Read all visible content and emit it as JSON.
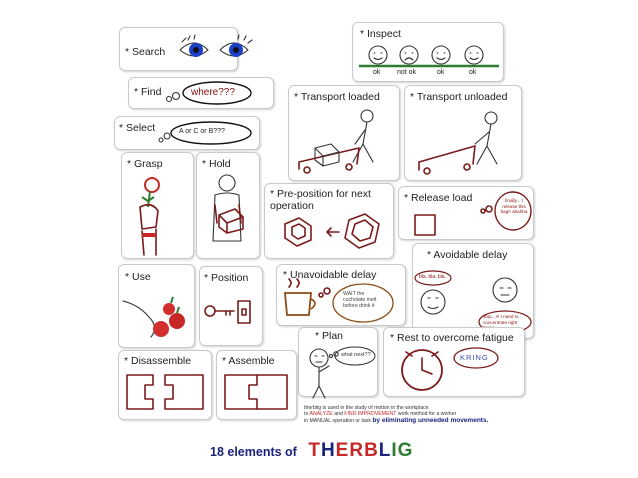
{
  "cards": {
    "search": "* Search",
    "find": "* Find",
    "find_bubble": "where???",
    "select": "* Select",
    "select_bubble": "A or C or B???",
    "inspect": "* Inspect",
    "inspect_ok1": "ok",
    "inspect_notok": "not ok",
    "inspect_ok2": "ok",
    "inspect_ok3": "ok",
    "transport_loaded": "* Transport loaded",
    "transport_unloaded": "* Transport unloaded",
    "grasp": "* Grasp",
    "hold": "* Hold",
    "preposition": "* Pre-position for next operation",
    "release": "* Release load",
    "release_bubble": "finally... I release this bag!! ahahha",
    "avoidable": "* Avoidable delay",
    "avoidable_bubble1": "bla..bla..bla..",
    "avoidable_bubble2": "stop...!!! I need to concentrate right know...",
    "use": "* Use",
    "position": "* Position",
    "unavoidable": "* Unavoidable delay",
    "unavoidable_bubble": "WAIT the cocholate melt before drink it",
    "plan": "* Plan",
    "plan_bubble": "what next??",
    "rest": "* Rest to overcome fatigue",
    "rest_bubble": "KRING",
    "disassemble": "* Disassemble",
    "assemble": "* Assemble"
  },
  "note": {
    "line1": "therblig is used in the study of motion in the workplace",
    "line2a": "to ",
    "line2b": "ANALYZE",
    "line2c": " and ",
    "line2d": "FIND IMPROVEMENT",
    "line2e": " work method for a worker",
    "line3a": "in MANUAL operation or task ",
    "line3b": "by eliminating unneeded movements."
  },
  "footer": {
    "prefix": "18 elements of",
    "brand_T": "T",
    "brand_H": "H",
    "brand_ERB": "ERB",
    "brand_L": "L",
    "brand_IG": "IG"
  },
  "colors": {
    "brand_T": "#c62828",
    "brand_H": "#1a237e",
    "brand_ERB": "#c62828",
    "brand_L": "#1a237e",
    "brand_IG": "#2e7d32",
    "inspect_line": "#2e7d32"
  }
}
